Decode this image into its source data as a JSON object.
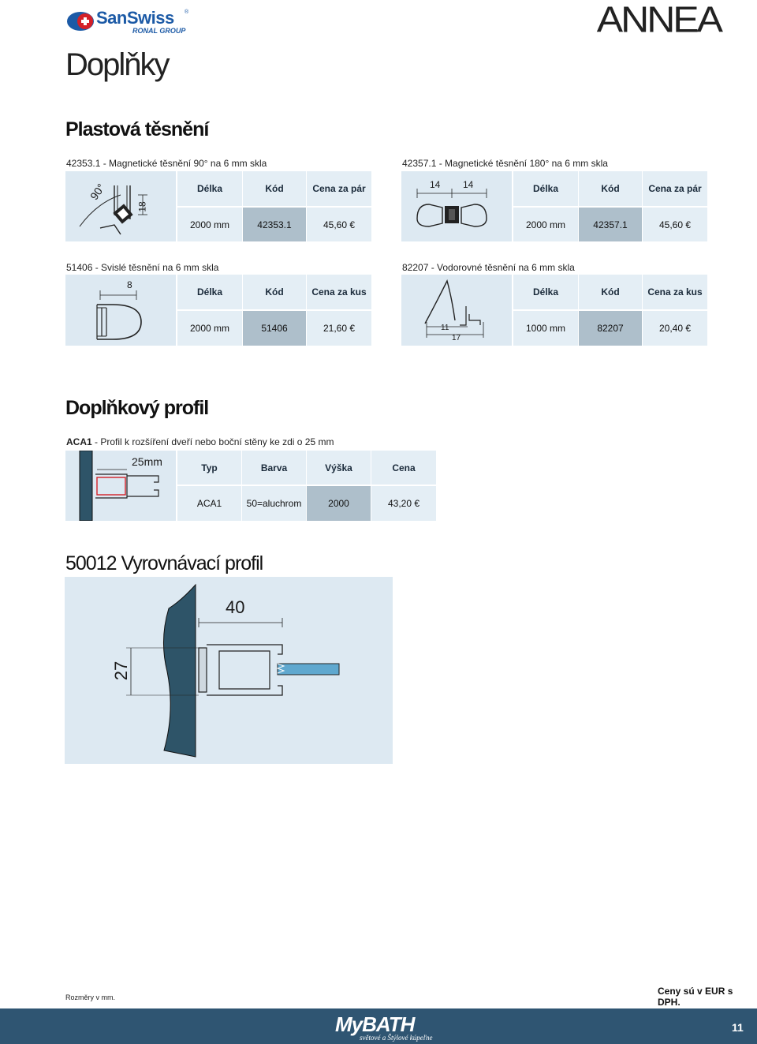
{
  "header": {
    "logo_text": "SanSwiss",
    "logo_sub": "RONAL GROUP",
    "logo_reg": "®",
    "brand": "ANNEA",
    "page_title": "Doplňky"
  },
  "section_seals": {
    "title": "Plastová těsnění",
    "items": [
      {
        "caption_code": "42353.1",
        "caption_text": " - Magnetické těsnění 90° na 6 mm skla",
        "headers": [
          "Délka",
          "Kód",
          "Cena za pár"
        ],
        "values": [
          "2000 mm",
          "42353.1",
          "45,60 €"
        ],
        "diagram_labels": [
          "90°",
          "18"
        ]
      },
      {
        "caption_code": "42357.1",
        "caption_text": " - Magnetické těsnění 180° na 6 mm skla",
        "headers": [
          "Délka",
          "Kód",
          "Cena za pár"
        ],
        "values": [
          "2000 mm",
          "42357.1",
          "45,60 €"
        ],
        "diagram_labels": [
          "14",
          "14"
        ]
      },
      {
        "caption_code": "51406",
        "caption_text": " - Svislé těsnění na 6 mm skla",
        "headers": [
          "Délka",
          "Kód",
          "Cena za kus"
        ],
        "values": [
          "2000 mm",
          "51406",
          "21,60 €"
        ],
        "diagram_labels": [
          "8"
        ]
      },
      {
        "caption_code": "82207",
        "caption_text": " - Vodorovné těsnění na 6 mm skla",
        "headers": [
          "Délka",
          "Kód",
          "Cena za kus"
        ],
        "values": [
          "1000 mm",
          "82207",
          "20,40 €"
        ],
        "diagram_labels": [
          "11",
          "17"
        ]
      }
    ]
  },
  "section_profile": {
    "title": "Doplňkový profil",
    "caption_code": "ACA1",
    "caption_text": " - Profil k rozšíření dveří nebo boční stěny ke zdi o 25 mm",
    "headers": [
      "Typ",
      "Barva",
      "Výška",
      "Cena"
    ],
    "values": [
      "ACA1",
      "50=aluchrom",
      "2000",
      "43,20 €"
    ],
    "diagram_label": "25mm"
  },
  "section_leveling": {
    "title": "50012 Vyrovnávací profil",
    "diagram_labels": [
      "40",
      "27"
    ]
  },
  "footer": {
    "note": "Rozměry v mm.",
    "prices": "Ceny sú v EUR s DPH.",
    "mybath": "MyBATH",
    "mybath_sub": "světové a Štýlové kúpeľne",
    "page_number": "11"
  },
  "colors": {
    "table_bg": "#e4eef5",
    "table_dark": "#aebfcb",
    "footer": "#2f5572",
    "wall": "#2e5468",
    "glass": "#5fa8cf",
    "brand_blue": "#1c5aa6"
  }
}
